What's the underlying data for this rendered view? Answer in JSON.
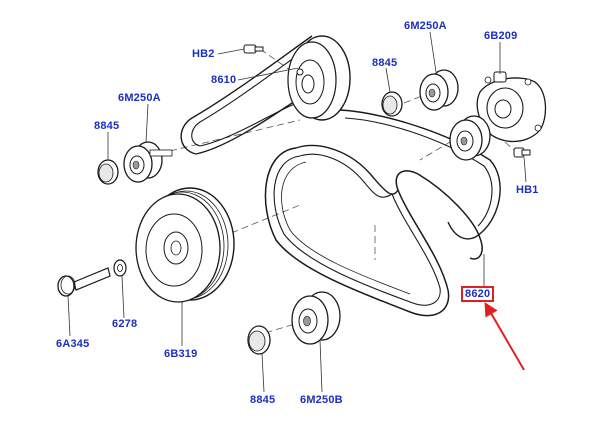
{
  "labels": {
    "hb2": "HB2",
    "p8610": "8610",
    "p8845_top": "8845",
    "m250a_top": "6M250A",
    "b209": "6B209",
    "m250a_left": "6M250A",
    "p8845_left": "8845",
    "hb1": "HB1",
    "p8620": "8620",
    "a345": "6A345",
    "p6278": "6278",
    "b319": "6B319",
    "p8845_bottom": "8845",
    "m250b": "6M250B"
  },
  "colors": {
    "label_text": "#1c2fbf",
    "highlight": "#e02020",
    "line_art": "#1a1a1a",
    "leader": "#333333"
  },
  "highlighted_part": "8620"
}
